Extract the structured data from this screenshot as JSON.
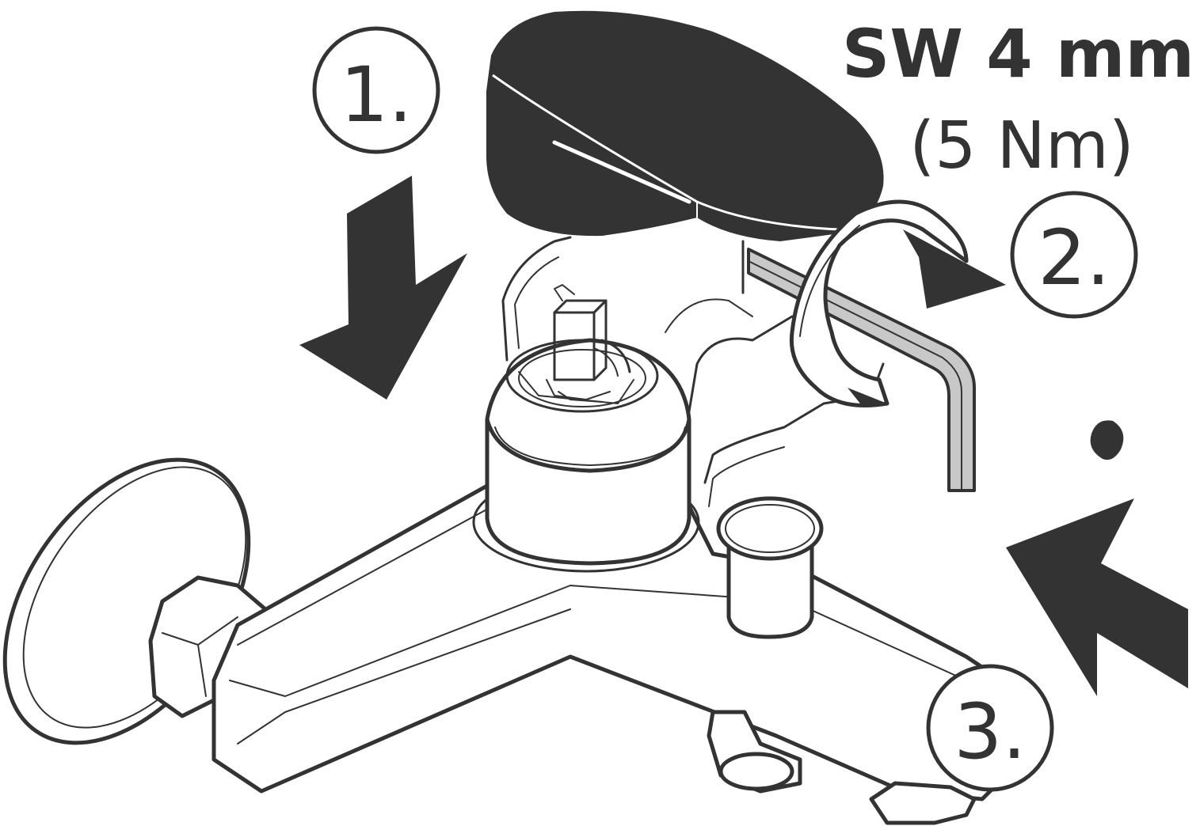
{
  "spec": {
    "wrench_size": "SW 4 mm",
    "torque": "(5 Nm)"
  },
  "steps": [
    {
      "label": "1."
    },
    {
      "label": "2."
    },
    {
      "label": "3."
    }
  ],
  "colors": {
    "ink": "#333334",
    "background": "#ffffff",
    "key_fill": "#c8c8c8"
  }
}
